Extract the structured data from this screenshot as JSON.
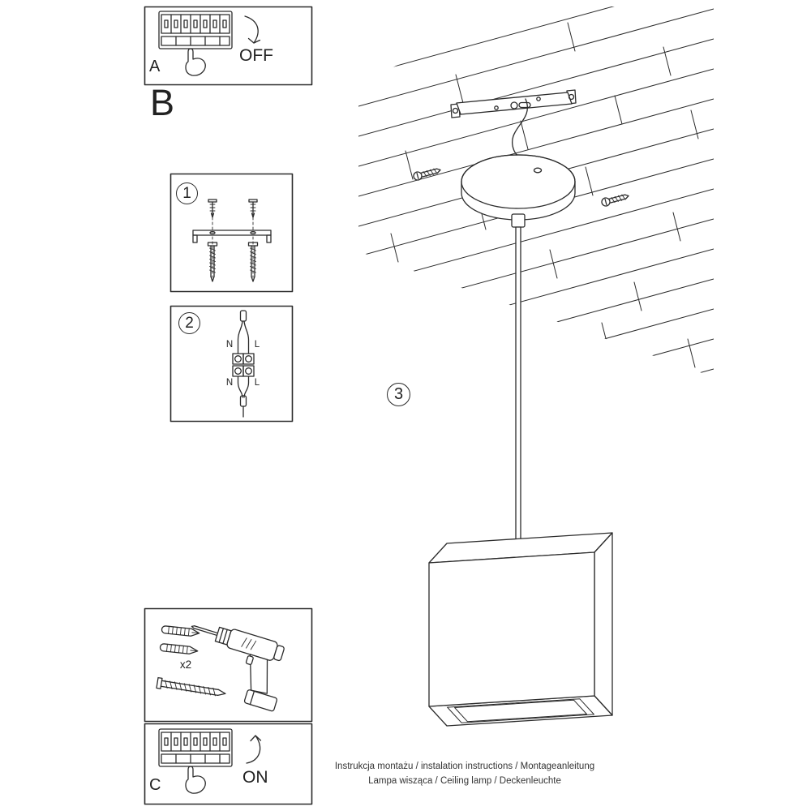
{
  "boxes": {
    "a": {
      "label": "A",
      "action": "OFF"
    },
    "b_section": {
      "label": "B"
    },
    "c": {
      "label": "C",
      "action": "ON"
    }
  },
  "steps": {
    "step1": {
      "number": "1"
    },
    "step2": {
      "number": "2",
      "labels": {
        "top_left": "N",
        "top_right": "L",
        "bottom_left": "N",
        "bottom_right": "L"
      }
    },
    "step3": {
      "number": "3"
    }
  },
  "tools": {
    "plug_count_label": "x2"
  },
  "footer": {
    "line1": "Instrukcja montażu / instalation instructions / Montageanleitung",
    "line2": "Lampa wisząca / Ceiling lamp / Deckenleuchte"
  },
  "icons": {
    "box_a": [
      "breaker-panel-icon",
      "hand-icon",
      "arrow-curve-down-icon"
    ],
    "step1": [
      "mounting-bracket-icon",
      "screw-icon"
    ],
    "step2": [
      "terminal-block-icon",
      "cable-icon"
    ],
    "step3": [
      "ceiling-texture",
      "ceiling-bracket-icon",
      "canopy-icon",
      "pendant-cord-icon",
      "cube-shade-icon",
      "screw-icon"
    ],
    "tools_box": [
      "wall-plug-icon",
      "screw-icon",
      "drill-icon"
    ],
    "box_c": [
      "breaker-panel-icon",
      "hand-icon",
      "arrow-curve-up-icon"
    ]
  },
  "colors": {
    "line": "#2b2b2b",
    "background": "#ffffff"
  }
}
